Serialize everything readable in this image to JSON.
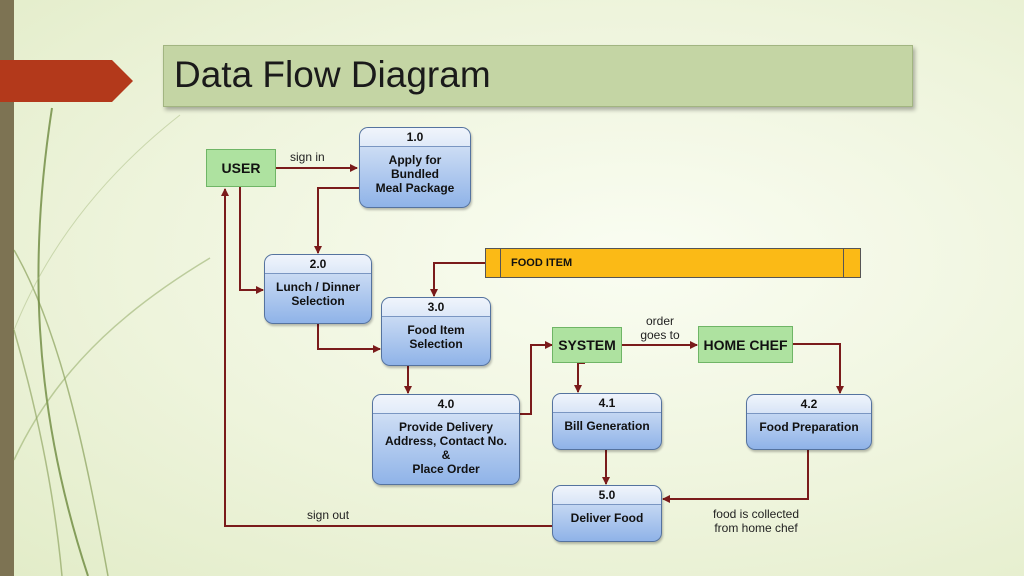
{
  "slide": {
    "title": "Data Flow Diagram"
  },
  "entities": {
    "user": "USER",
    "system": "SYSTEM",
    "home_chef": "HOME CHEF"
  },
  "data_store": {
    "label": "FOOD ITEM"
  },
  "processes": {
    "p1": {
      "id": "1.0",
      "name": "Apply for\nBundled\nMeal Package"
    },
    "p2": {
      "id": "2.0",
      "name": "Lunch / Dinner\nSelection"
    },
    "p3": {
      "id": "3.0",
      "name": "Food Item\nSelection"
    },
    "p4": {
      "id": "4.0",
      "name": "Provide Delivery\nAddress, Contact No.\n&\nPlace Order"
    },
    "p41": {
      "id": "4.1",
      "name": "Bill Generation"
    },
    "p42": {
      "id": "4.2",
      "name": "Food Preparation"
    },
    "p5": {
      "id": "5.0",
      "name": "Deliver Food"
    }
  },
  "flow_labels": {
    "sign_in": "sign in",
    "order_goes_to": "order\ngoes to",
    "sign_out": "sign out",
    "food_collected": "food is collected\nfrom home chef"
  },
  "colors": {
    "accent_arrow": "#b3391b",
    "flow_line": "#7a1b1b",
    "entity_fill": "#aee2a0",
    "process_fill": "#8fb3e8",
    "store_fill": "#fbba16",
    "title_fill": "#c4d5a4"
  }
}
